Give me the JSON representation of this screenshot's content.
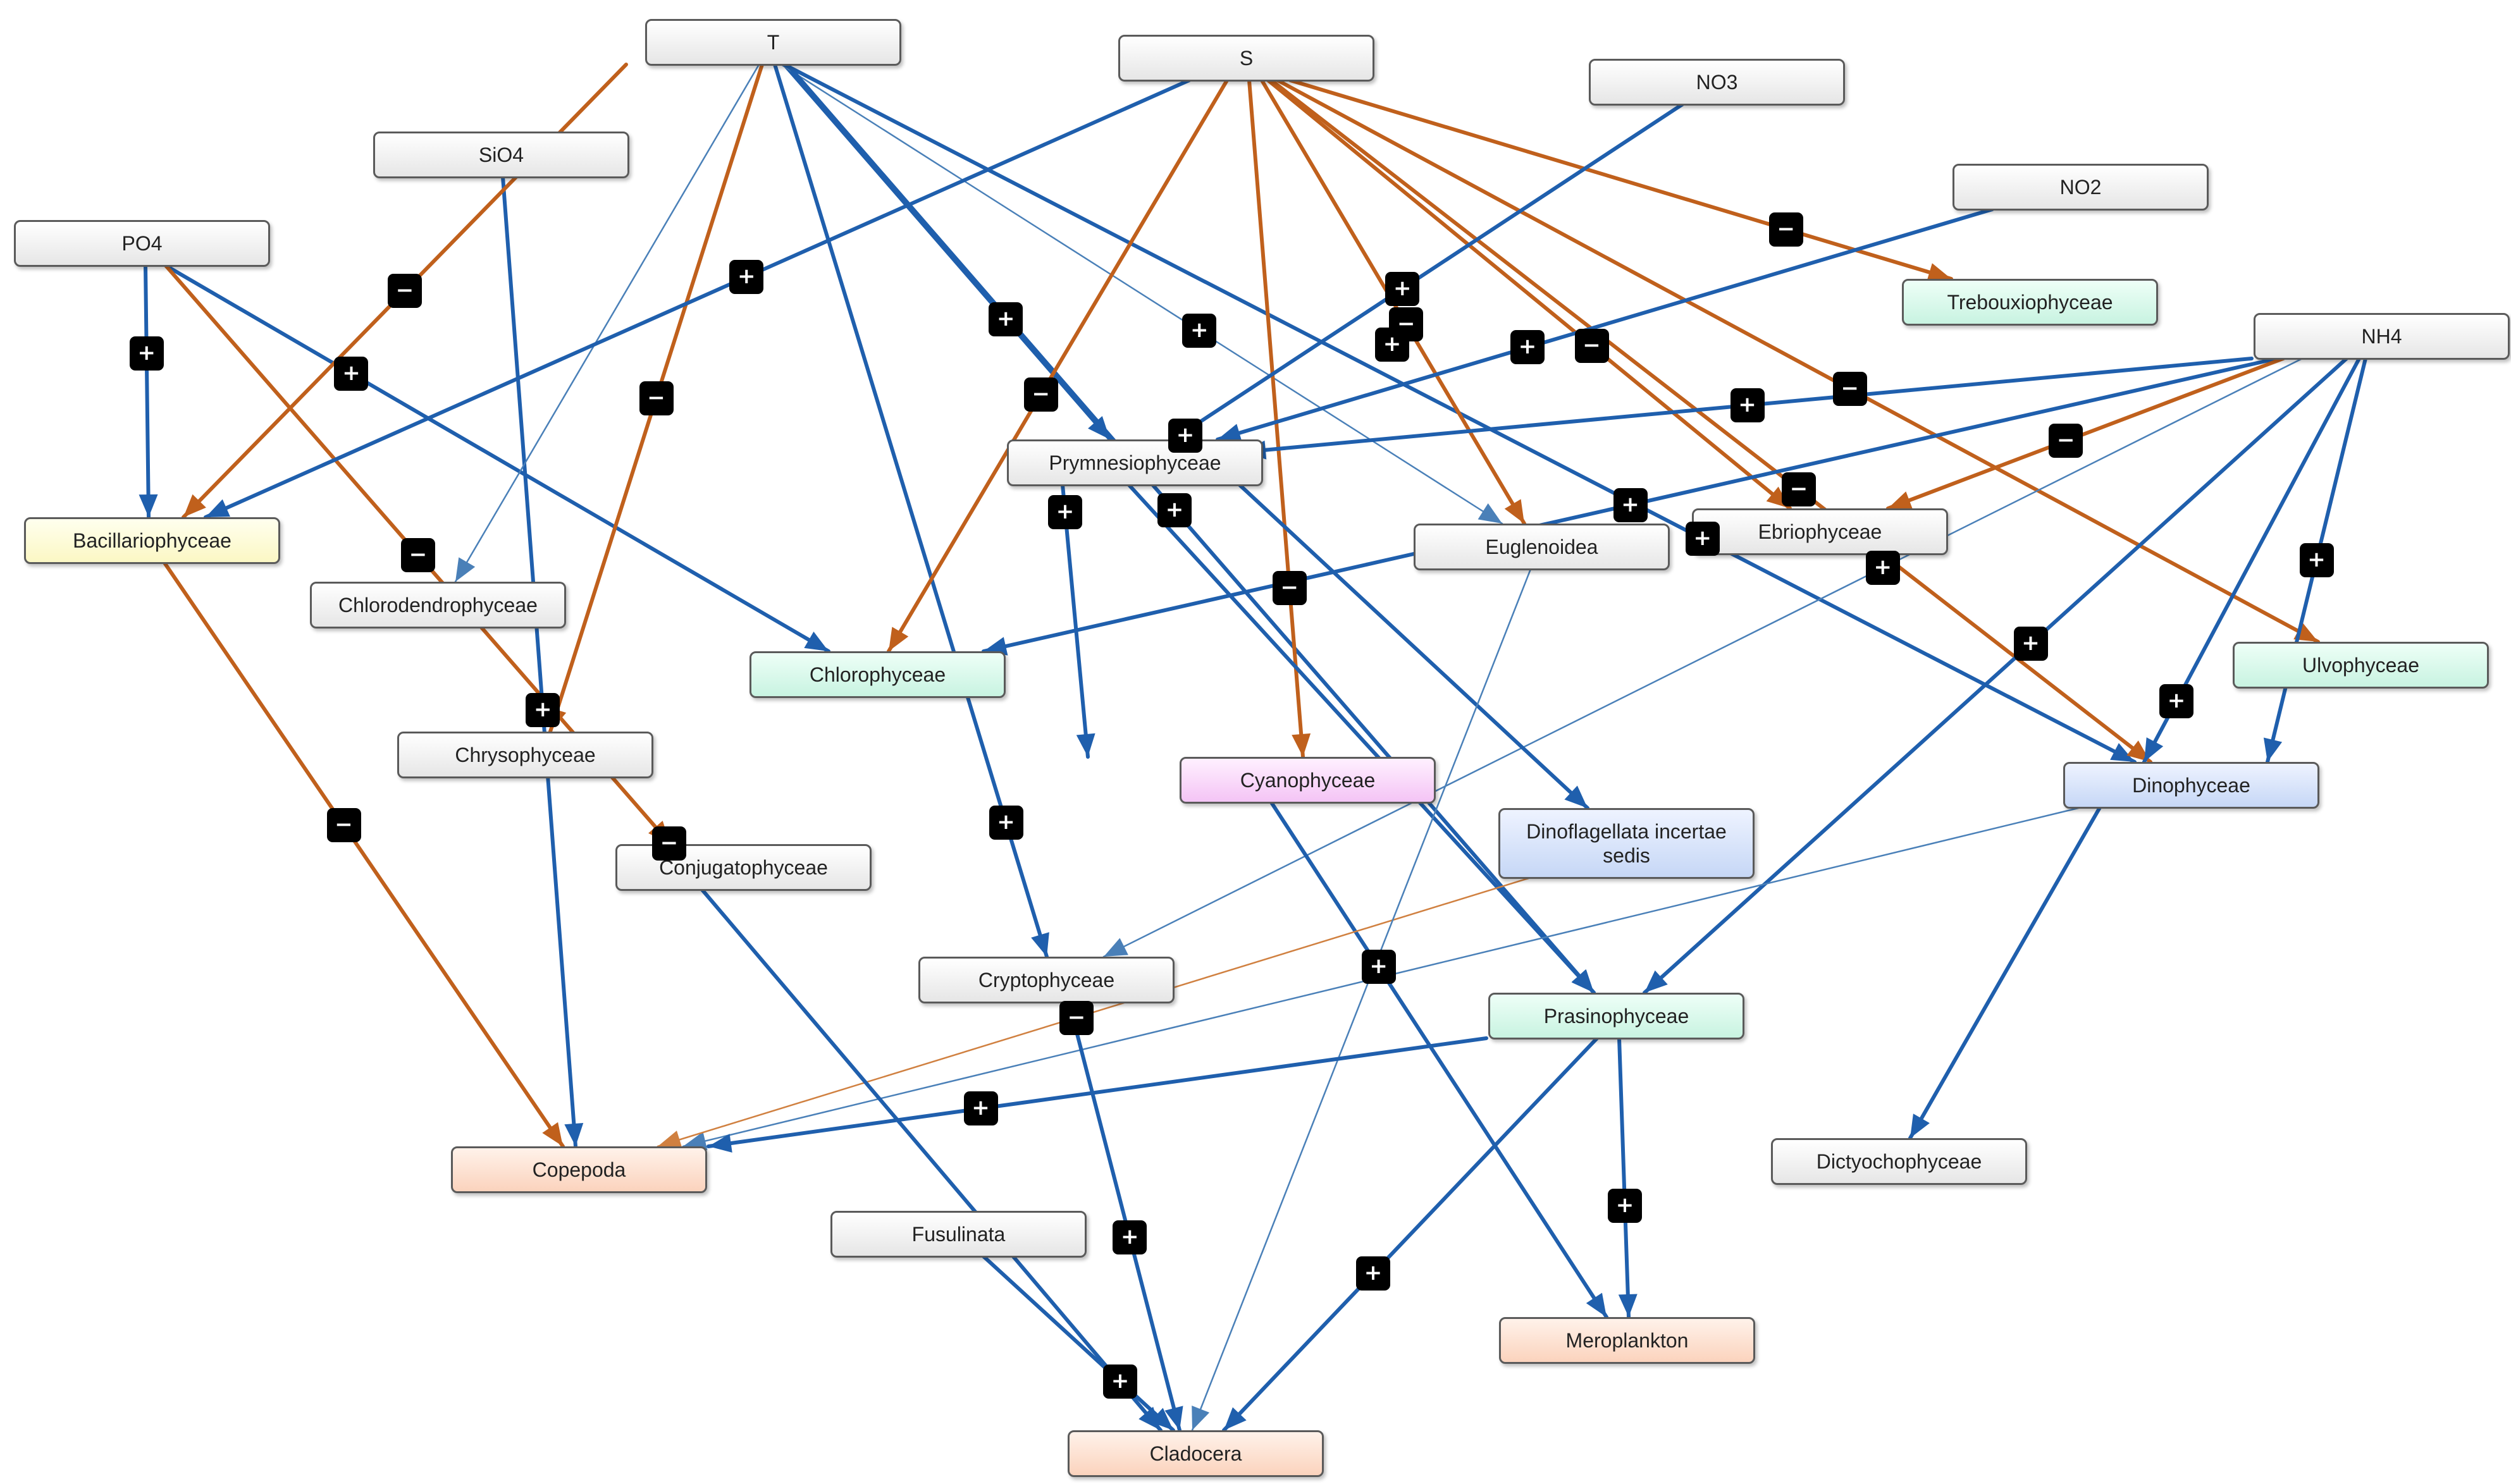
{
  "diagram": {
    "colors": {
      "positive": "#1f5fad",
      "negative": "#c0601c",
      "thin": "#4a80b8",
      "thin_orange": "#d08040",
      "badge": "#000000"
    },
    "nodes": [
      {
        "id": "T",
        "label": "T",
        "color": "grey"
      },
      {
        "id": "S",
        "label": "S",
        "color": "grey"
      },
      {
        "id": "NO3",
        "label": "NO3",
        "color": "grey"
      },
      {
        "id": "SiO4",
        "label": "SiO4",
        "color": "grey"
      },
      {
        "id": "NO2",
        "label": "NO2",
        "color": "grey"
      },
      {
        "id": "PO4",
        "label": "PO4",
        "color": "grey"
      },
      {
        "id": "Trebouxiophyceae",
        "label": "Trebouxiophyceae",
        "color": "mint"
      },
      {
        "id": "NH4",
        "label": "NH4",
        "color": "grey"
      },
      {
        "id": "Prymnesiophyceae",
        "label": "Prymnesiophyceae",
        "color": "grey"
      },
      {
        "id": "Bacillariophyceae",
        "label": "Bacillariophyceae",
        "color": "yellow"
      },
      {
        "id": "Euglenoidea",
        "label": "Euglenoidea",
        "color": "grey"
      },
      {
        "id": "Ebriophyceae",
        "label": "Ebriophyceae",
        "color": "grey"
      },
      {
        "id": "Chlorodendrophyceae",
        "label": "Chlorodendrophyceae",
        "color": "grey"
      },
      {
        "id": "Chlorophyceae",
        "label": "Chlorophyceae",
        "color": "mint"
      },
      {
        "id": "Ulvophyceae",
        "label": "Ulvophyceae",
        "color": "mint"
      },
      {
        "id": "Chrysophyceae",
        "label": "Chrysophyceae",
        "color": "grey"
      },
      {
        "id": "Cyanophyceae",
        "label": "Cyanophyceae",
        "color": "pink"
      },
      {
        "id": "Dinophyceae",
        "label": "Dinophyceae",
        "color": "blue"
      },
      {
        "id": "Dinoflagellata",
        "label": "Dinoflagellata incertae sedis",
        "color": "blue"
      },
      {
        "id": "Conjugatophyceae",
        "label": "Conjugatophyceae",
        "color": "grey"
      },
      {
        "id": "Cryptophyceae",
        "label": "Cryptophyceae",
        "color": "grey"
      },
      {
        "id": "Prasinophyceae",
        "label": "Prasinophyceae",
        "color": "mint"
      },
      {
        "id": "Copepoda",
        "label": "Copepoda",
        "color": "peach"
      },
      {
        "id": "Dictyochophyceae",
        "label": "Dictyochophyceae",
        "color": "grey"
      },
      {
        "id": "Fusulinata",
        "label": "Fusulinata",
        "color": "grey"
      },
      {
        "id": "Meroplankton",
        "label": "Meroplankton",
        "color": "peach"
      },
      {
        "id": "Cladocera",
        "label": "Cladocera",
        "color": "peach"
      }
    ],
    "edges": [
      {
        "from": "PO4",
        "to": "Bacillariophyceae",
        "sign": "+"
      },
      {
        "from": "PO4",
        "to": "Chlorophyceae",
        "sign": "+"
      },
      {
        "from": "PO4",
        "to": "Conjugatophyceae",
        "sign": "-"
      },
      {
        "from": "SiO4",
        "to": "Copepoda",
        "sign": "+"
      },
      {
        "from": "T",
        "to": "Bacillariophyceae",
        "sign": "-"
      },
      {
        "from": "T",
        "to": "Chlorodendrophyceae",
        "sign": "",
        "weight": "thin"
      },
      {
        "from": "T",
        "to": "Chrysophyceae",
        "sign": "-"
      },
      {
        "from": "T",
        "to": "Cryptophyceae",
        "sign": "+"
      },
      {
        "from": "T",
        "to": "Prymnesiophyceae",
        "sign": "+"
      },
      {
        "from": "T",
        "to": "Euglenoidea",
        "sign": "+",
        "weight": "thin"
      },
      {
        "from": "T",
        "to": "Dinophyceae",
        "sign": "+"
      },
      {
        "from": "T",
        "to": "Prasinophyceae",
        "sign": "+"
      },
      {
        "from": "S",
        "to": "Bacillariophyceae",
        "sign": "+"
      },
      {
        "from": "S",
        "to": "Chlorophyceae",
        "sign": "-"
      },
      {
        "from": "S",
        "to": "Cyanophyceae",
        "sign": "-"
      },
      {
        "from": "S",
        "to": "Euglenoidea",
        "sign": "-"
      },
      {
        "from": "S",
        "to": "Ebriophyceae",
        "sign": "-"
      },
      {
        "from": "S",
        "to": "Trebouxiophyceae",
        "sign": "-"
      },
      {
        "from": "S",
        "to": "Ulvophyceae",
        "sign": "-"
      },
      {
        "from": "S",
        "to": "Dinophyceae",
        "sign": "-"
      },
      {
        "from": "NO3",
        "to": "Prymnesiophyceae",
        "sign": "+"
      },
      {
        "from": "NO2",
        "to": "Prymnesiophyceae",
        "sign": "+"
      },
      {
        "from": "NH4",
        "to": "Prymnesiophyceae",
        "sign": "+"
      },
      {
        "from": "NH4",
        "to": "Chlorophyceae",
        "sign": "+"
      },
      {
        "from": "NH4",
        "to": "Ebriophyceae",
        "sign": "-"
      },
      {
        "from": "NH4",
        "to": "Cryptophyceae",
        "sign": "+",
        "weight": "thin"
      },
      {
        "from": "NH4",
        "to": "Prasinophyceae",
        "sign": "+"
      },
      {
        "from": "NH4",
        "to": "Dinophyceae",
        "sign": "+"
      },
      {
        "from": "NH4",
        "to": "Ulvophyceae",
        "sign": "+"
      },
      {
        "from": "Prymnesiophyceae",
        "to": "Cyanophyceae",
        "sign": "+"
      },
      {
        "from": "Prymnesiophyceae",
        "to": "Dinoflagellata",
        "sign": ""
      },
      {
        "from": "Prymnesiophyceae",
        "to": "Prasinophyceae",
        "sign": ""
      },
      {
        "from": "Bacillariophyceae",
        "to": "Copepoda",
        "sign": "-"
      },
      {
        "from": "Cyanophyceae",
        "to": "Meroplankton",
        "sign": "+"
      },
      {
        "from": "Dinophyceae",
        "to": "Dictyochophyceae",
        "sign": ""
      },
      {
        "from": "Dinophyceae",
        "to": "Copepoda",
        "sign": "",
        "weight": "thin"
      },
      {
        "from": "Dinoflagellata",
        "to": "Copepoda",
        "sign": "",
        "weight": "thin_orange"
      },
      {
        "from": "Euglenoidea",
        "to": "Cladocera",
        "sign": "",
        "weight": "thin"
      },
      {
        "from": "Conjugatophyceae",
        "to": "Cladocera",
        "sign": ""
      },
      {
        "from": "Cryptophyceae",
        "to": "Cladocera",
        "sign": "+"
      },
      {
        "from": "Prasinophyceae",
        "to": "Copepoda",
        "sign": "+"
      },
      {
        "from": "Prasinophyceae",
        "to": "Meroplankton",
        "sign": "+"
      },
      {
        "from": "Prasinophyceae",
        "to": "Cladocera",
        "sign": "+"
      },
      {
        "from": "Fusulinata",
        "to": "Cladocera",
        "sign": "+"
      }
    ],
    "extra_badges": [
      {
        "sign": "-"
      },
      {
        "sign": "-"
      },
      {
        "sign": "+"
      },
      {
        "sign": "+"
      }
    ]
  }
}
